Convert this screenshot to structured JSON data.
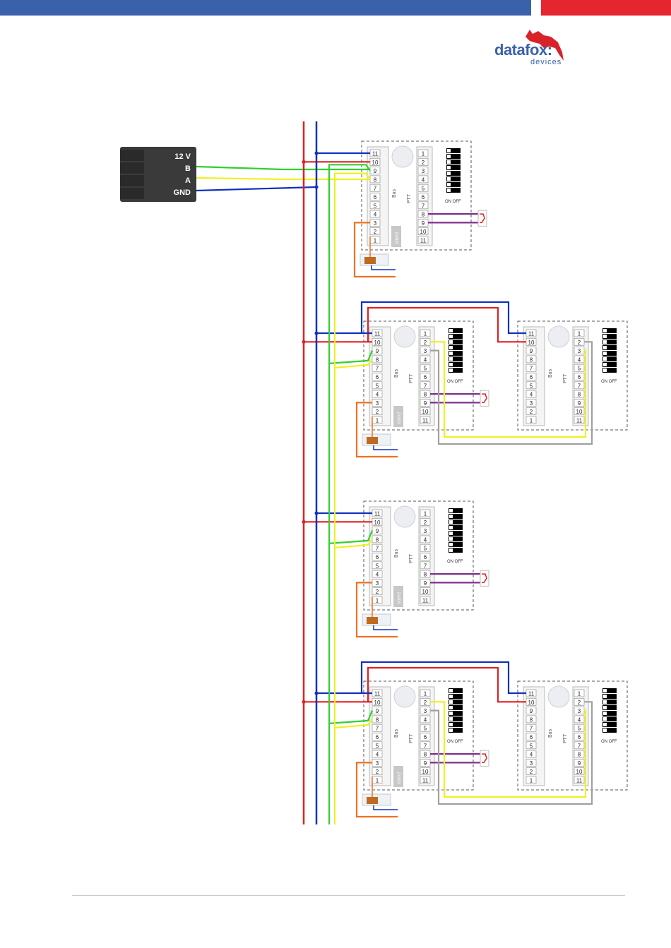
{
  "header": {
    "colors": {
      "blue": "#3a62aa",
      "red": "#e6262e"
    }
  },
  "logo": {
    "word": "datafox:",
    "sub": "devices"
  },
  "connector": {
    "labels": [
      "12 V",
      "B",
      "A",
      "GND"
    ]
  },
  "wire_colors": {
    "power": "#e02020",
    "gnd": "#1030c0",
    "bus_b": "#30d030",
    "bus_a": "#f0f020",
    "orange": "#f07020",
    "purple": "#803090",
    "gray": "#a0a0a0"
  },
  "terminal": {
    "left_pins": [
      "11",
      "10",
      "9",
      "8",
      "7",
      "6",
      "5",
      "4",
      "3",
      "2",
      "1"
    ],
    "right_pins": [
      "1",
      "2",
      "3",
      "4",
      "5",
      "6",
      "7",
      "8",
      "9",
      "10",
      "11"
    ],
    "left_label": "Bus",
    "right_label": "PTT",
    "badge": "Vdd+2",
    "dip_label": "ON OFF"
  },
  "modules": [
    {
      "id": "module-1",
      "has_slave": false
    },
    {
      "id": "module-2",
      "has_slave": true
    },
    {
      "id": "module-3",
      "has_slave": false
    },
    {
      "id": "module-4",
      "has_slave": true
    }
  ]
}
